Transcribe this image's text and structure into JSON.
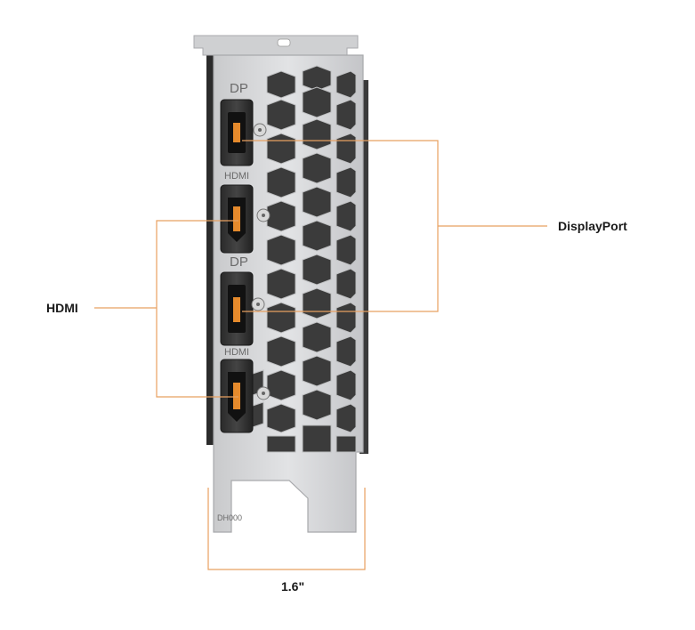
{
  "bracket": {
    "port_labels": [
      "DP",
      "HDMI",
      "DP",
      "HDMI"
    ],
    "part_code": "DH000"
  },
  "callouts": {
    "hdmi": "HDMI",
    "displayport": "DisplayPort",
    "width": "1.6\""
  },
  "colors": {
    "callout_line": "#e8a060",
    "port_accent": "#e58a2c",
    "bracket_metal": "#d4d5d7",
    "background": "#ffffff"
  }
}
